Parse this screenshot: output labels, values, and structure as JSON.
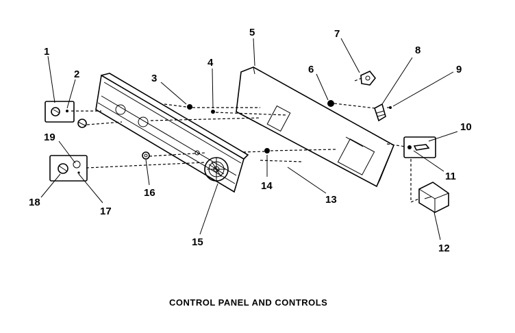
{
  "caption": "CONTROL PANEL AND CONTROLS",
  "callouts": [
    "1",
    "2",
    "3",
    "4",
    "5",
    "6",
    "7",
    "8",
    "9",
    "10",
    "11",
    "12",
    "13",
    "14",
    "15",
    "16",
    "17",
    "18",
    "19"
  ]
}
